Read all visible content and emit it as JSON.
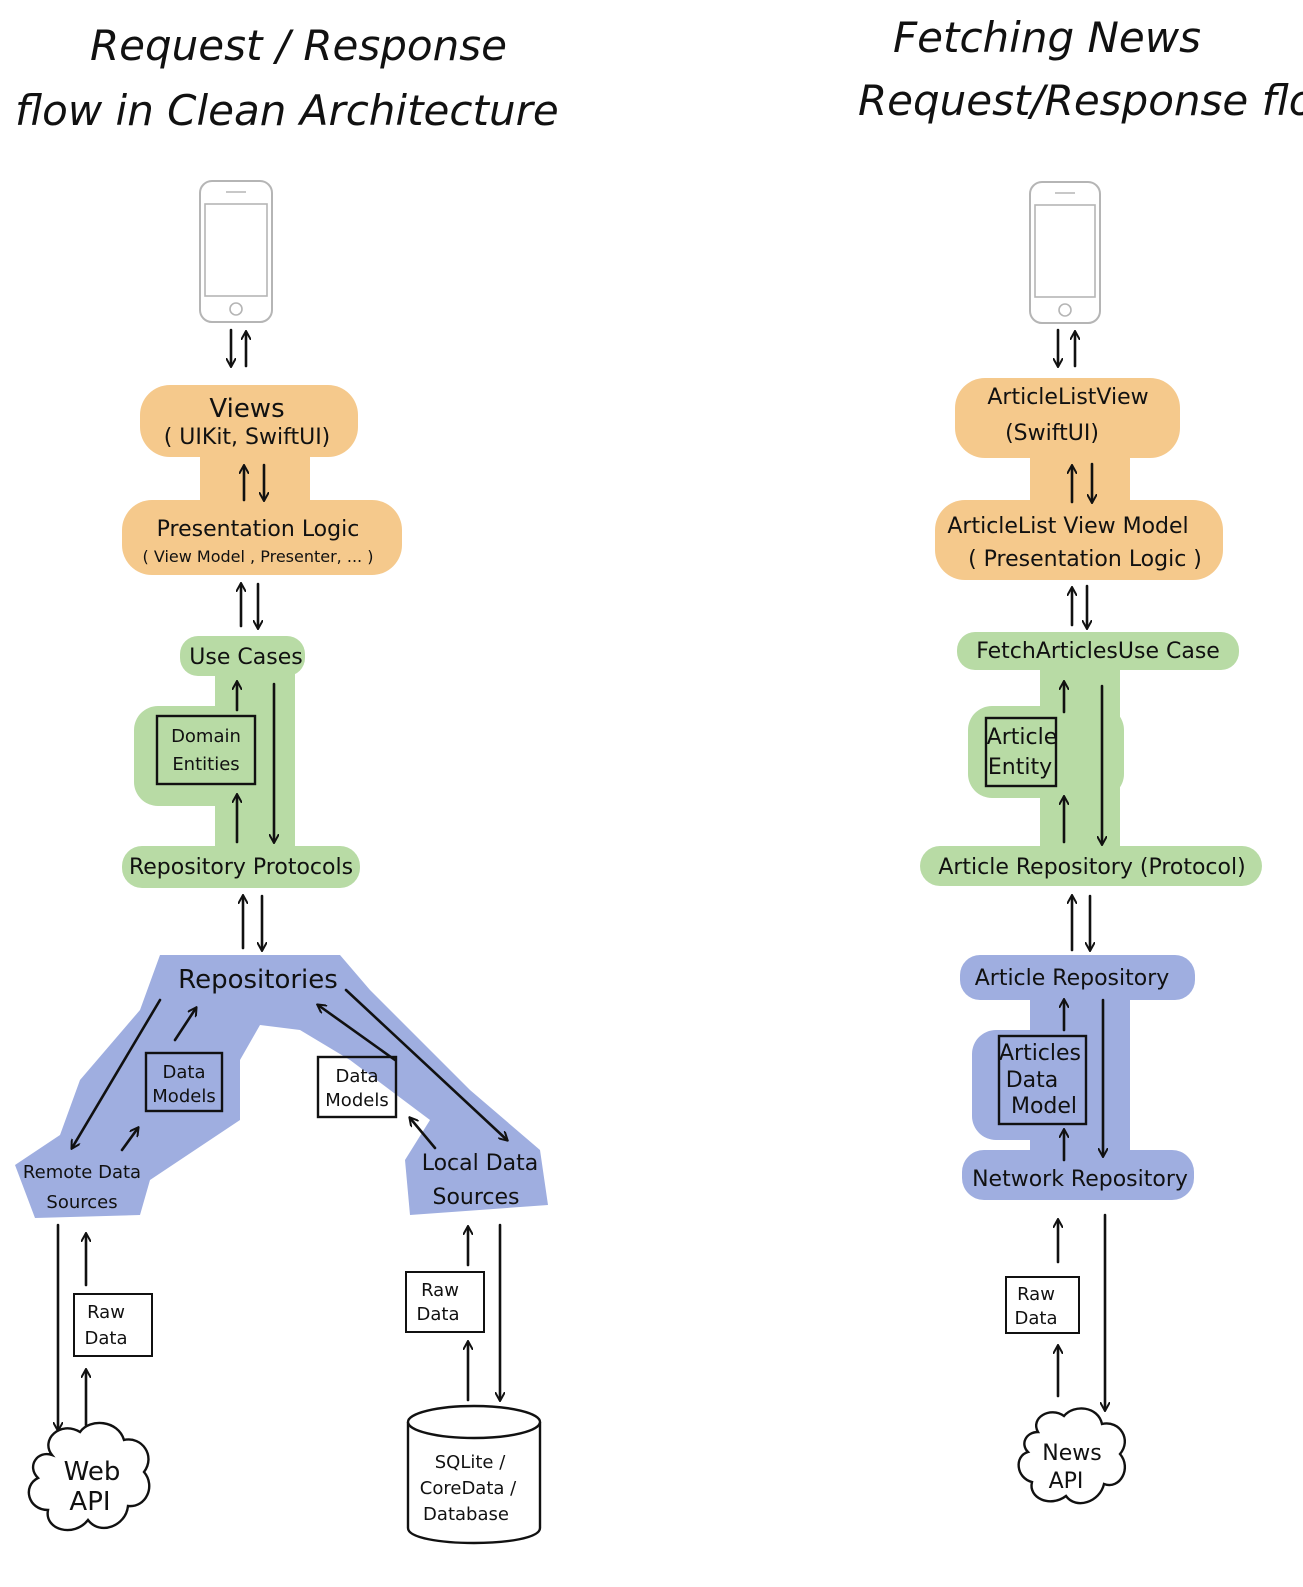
{
  "left": {
    "title_line1": "Request / Response",
    "title_line2": "flow   in   Clean   Architecture",
    "views_label": "Views",
    "views_sub": "( UIKit,  SwiftUI)",
    "presentation_label": "Presentation   Logic",
    "presentation_sub": "( View Model ,  Presenter, ... )",
    "usecases_label": "Use Cases",
    "domain_line1": "Domain",
    "domain_line2": "Entities",
    "repo_protocols_label": "Repository Protocols",
    "repositories_label": "Repositories",
    "remote_datamodels_line1": "Data",
    "remote_datamodels_line2": "Models",
    "local_datamodels_line1": "Data",
    "local_datamodels_line2": "Models",
    "remote_sources_line1": "Remote  Data",
    "remote_sources_line2": "Sources",
    "local_sources_line1": "Local   Data",
    "local_sources_line2": "Sources",
    "remote_raw_line1": "Raw",
    "remote_raw_line2": "Data",
    "local_raw_line1": "Raw",
    "local_raw_line2": "Data",
    "webapi_line1": "Web",
    "webapi_line2": "API",
    "db_line1": "SQLite  /",
    "db_line2": "CoreData /",
    "db_line3": "Database"
  },
  "right": {
    "title_line1": "Fetching     News",
    "title_line2": "Request/Response  flow",
    "view_label": "ArticleListView",
    "view_sub": "(SwiftUI)",
    "viewmodel_label": "ArticleList View Model",
    "viewmodel_sub": "( Presentation  Logic )",
    "usecase_label": "FetchArticlesUse Case",
    "entity_line1": "Article",
    "entity_line2": "Entity",
    "repo_protocol_label": "Article Repository   (Protocol)",
    "repo_label": "Article Repository",
    "datamodel_line1": "Articles",
    "datamodel_line2": "Data",
    "datamodel_line3": "Model",
    "network_label": "Network Repository",
    "raw_line1": "Raw",
    "raw_line2": "Data",
    "api_line1": "News",
    "api_line2": "API"
  },
  "colors": {
    "presentation_layer": "#f5c98c",
    "domain_layer": "#b8dba5",
    "data_layer": "#9faee0"
  }
}
